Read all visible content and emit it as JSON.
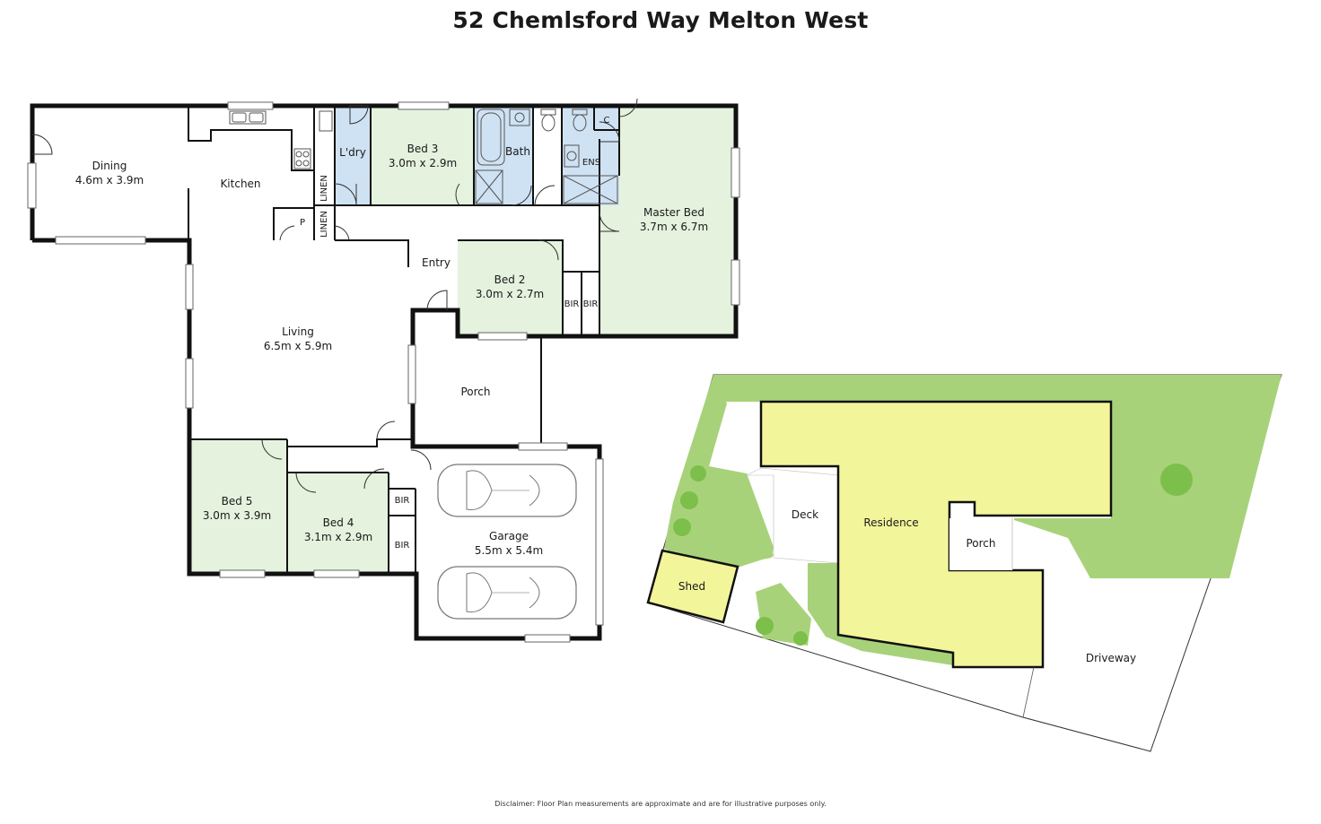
{
  "title": "52 Chemlsford Way Melton West",
  "disclaimer": "Disclaimer: Floor Plan measurements are approximate and are for illustrative purposes only.",
  "colors": {
    "bedroom_fill": "#e4f2de",
    "wet_fill": "#cfe2f3",
    "site_grass": "#a8d27a",
    "site_residence": "#f3f59b",
    "site_shed": "#f3f59b",
    "tree": "#7cbf4a"
  },
  "rooms": {
    "dining": {
      "name": "Dining",
      "size": "4.6m x 3.9m"
    },
    "kitchen": {
      "name": "Kitchen"
    },
    "laundry": {
      "name": "L'dry"
    },
    "linen1": {
      "name": "LINEN"
    },
    "linen2": {
      "name": "LINEN"
    },
    "pantry": {
      "name": "P"
    },
    "bed3": {
      "name": "Bed 3",
      "size": "3.0m x 2.9m"
    },
    "bath": {
      "name": "Bath"
    },
    "ens": {
      "name": "ENS"
    },
    "cupboard": {
      "name": "C"
    },
    "master": {
      "name": "Master Bed",
      "size": "3.7m x 6.7m"
    },
    "entry": {
      "name": "Entry"
    },
    "bed2": {
      "name": "Bed 2",
      "size": "3.0m x 2.7m"
    },
    "bir1": {
      "name": "BIR"
    },
    "bir2": {
      "name": "BIR"
    },
    "living": {
      "name": "Living",
      "size": "6.5m x 5.9m"
    },
    "porch": {
      "name": "Porch"
    },
    "bed5": {
      "name": "Bed 5",
      "size": "3.0m x 3.9m"
    },
    "bed4": {
      "name": "Bed 4",
      "size": "3.1m x 2.9m"
    },
    "bir3": {
      "name": "BIR"
    },
    "bir4": {
      "name": "BIR"
    },
    "garage": {
      "name": "Garage",
      "size": "5.5m x 5.4m"
    }
  },
  "site": {
    "deck": "Deck",
    "residence": "Residence",
    "porch": "Porch",
    "shed": "Shed",
    "driveway": "Driveway"
  }
}
